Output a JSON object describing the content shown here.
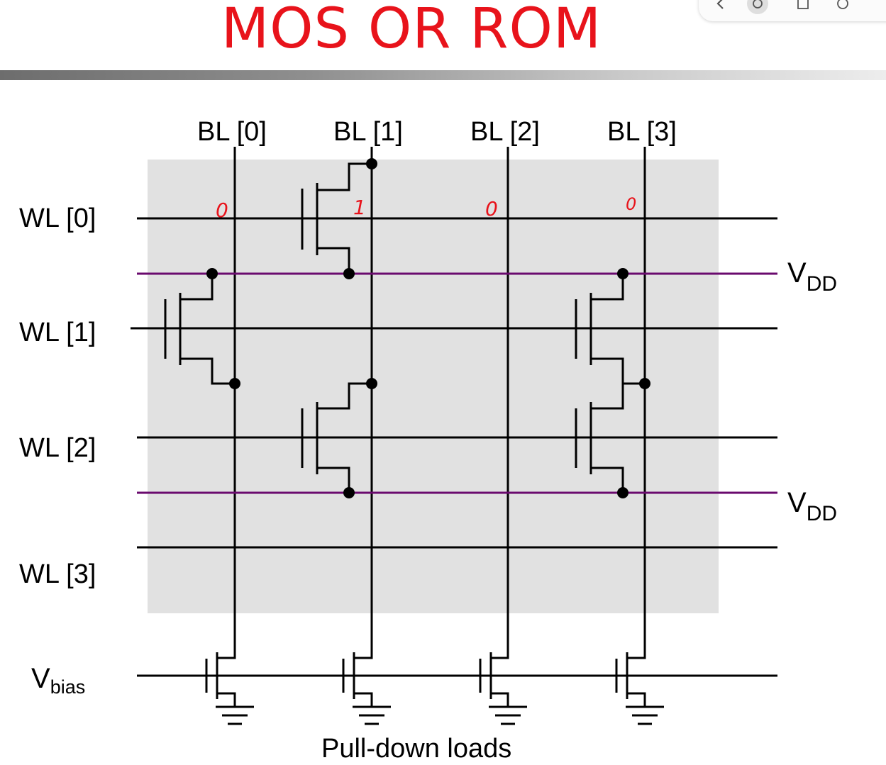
{
  "slide": {
    "title": "MOS OR ROM"
  },
  "toolbar": {
    "icons": [
      "chevron-left-icon",
      "hand-pointer-icon",
      "save-icon",
      "history-icon"
    ]
  },
  "diagram": {
    "bit_lines": [
      "BL [0]",
      "BL [1]",
      "BL [2]",
      "BL [3]"
    ],
    "word_lines": [
      "WL [0]",
      "WL [1]",
      "WL [2]",
      "WL [3]"
    ],
    "supply": [
      {
        "main": "V",
        "sub": "DD"
      },
      {
        "main": "V",
        "sub": "DD"
      }
    ],
    "bias": {
      "main": "V",
      "sub": "bias"
    },
    "caption": "Pull-down loads",
    "annotations": [
      "0",
      "1",
      "0",
      "0"
    ],
    "colors": {
      "title": "#e8131b",
      "vdd_line": "#6a0a6e",
      "array_bg": "#e1e1e1",
      "annotation": "#e8131b"
    }
  }
}
